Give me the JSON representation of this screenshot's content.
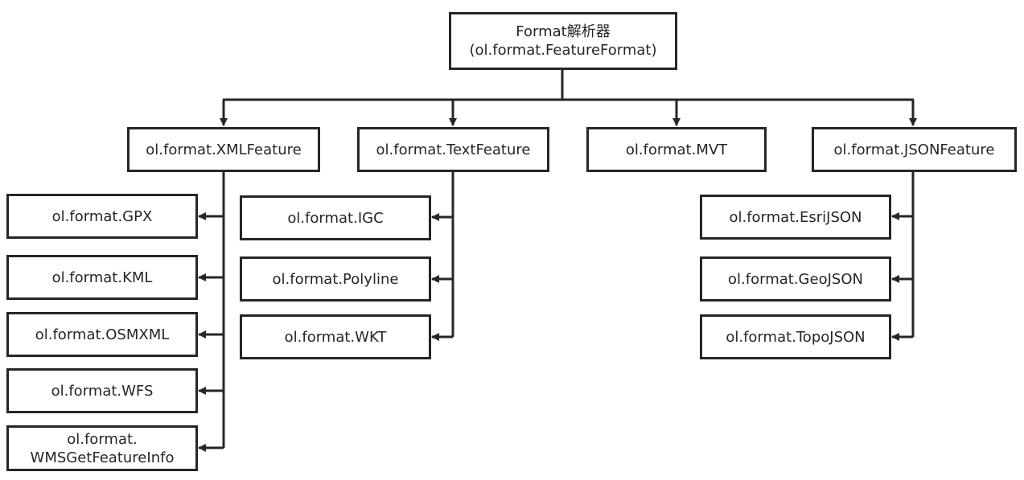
{
  "root": {
    "line1": "Format解析器",
    "line2": "(ol.format.FeatureFormat)"
  },
  "level1": [
    {
      "id": "xml",
      "label": "ol.format.XMLFeature"
    },
    {
      "id": "text",
      "label": "ol.format.TextFeature"
    },
    {
      "id": "mvt",
      "label": "ol.format.MVT"
    },
    {
      "id": "json",
      "label": "ol.format.JSONFeature"
    }
  ],
  "xml_children": [
    {
      "label": "ol.format.GPX"
    },
    {
      "label": "ol.format.KML"
    },
    {
      "label": "ol.format.OSMXML"
    },
    {
      "label": "ol.format.WFS"
    },
    {
      "line1": "ol.format.",
      "line2": "WMSGetFeatureInfo"
    }
  ],
  "text_children": [
    {
      "label": "ol.format.IGC"
    },
    {
      "label": "ol.format.Polyline"
    },
    {
      "label": "ol.format.WKT"
    }
  ],
  "json_children": [
    {
      "label": "ol.format.EsriJSON"
    },
    {
      "label": "ol.format.GeoJSON"
    },
    {
      "label": "ol.format.TopoJSON"
    }
  ]
}
